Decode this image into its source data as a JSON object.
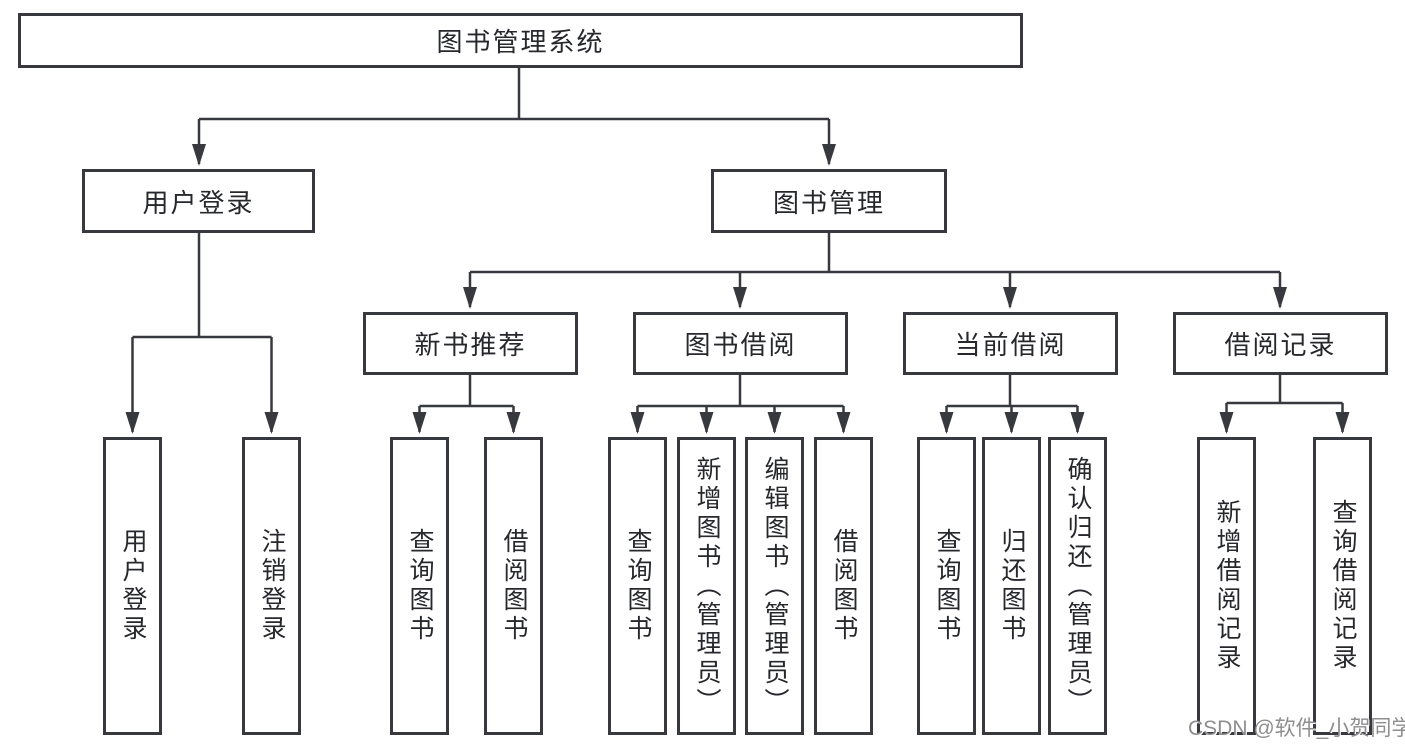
{
  "diagram": {
    "nodes": {
      "root": "图书管理系统",
      "user_login": "用户登录",
      "book_mgmt": "图书管理",
      "new_book": "新书推荐",
      "book_borrow": "图书借阅",
      "current_borrow": "当前借阅",
      "borrow_record": "借阅记录"
    },
    "leaves": {
      "user_login": [
        "用户登录",
        "注销登录"
      ],
      "new_book": [
        "查询图书",
        "借阅图书"
      ],
      "book_borrow": [
        "查询图书",
        "新增图书（管理员）",
        "编辑图书（管理员）",
        "借阅图书"
      ],
      "current_borrow": [
        "查询图书",
        "归还图书",
        "确认归还（管理员）"
      ],
      "borrow_record": [
        "新增借阅记录",
        "查询借阅记录"
      ]
    }
  },
  "watermark": "CSDN @软件_小贺同学",
  "colors": {
    "line": "#37393e",
    "text": "#26282c",
    "watermark": "#8e8e8e",
    "background": "#ffffff"
  }
}
